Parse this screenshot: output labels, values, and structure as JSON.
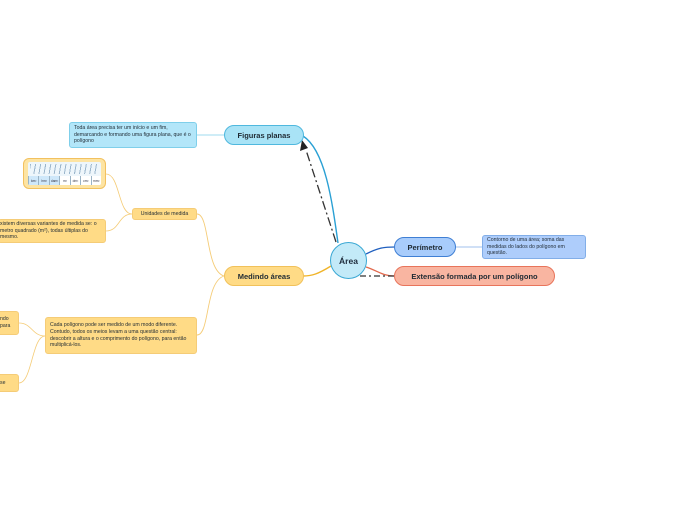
{
  "central": {
    "label": "Área"
  },
  "nodes": {
    "figuras_planas": {
      "label": "Figuras planas"
    },
    "figuras_note": {
      "text": "Toda área precisa ter um início e um fim, demarcando e formando uma figura plana, que é o polígono"
    },
    "perimetro": {
      "label": "Perímetro"
    },
    "perimetro_note": {
      "text": "Contorno de uma área; soma das medidas do lados do polígono em questão."
    },
    "extensao": {
      "label": "Extensão formada por um polígono"
    },
    "medindo_areas": {
      "label": "Medindo áreas"
    },
    "unidades": {
      "label": "Unidades de medida"
    },
    "unidades_note": {
      "text": "xistem diversas variantes de medida se: o metro quadrado (m²), todas últiplas do mesmo."
    },
    "cada_poligono": {
      "text": "Cada polígono pode ser medido de um modo diferente. Contudo, todos os meios levam a uma questão central: descobrir a altura e o comprimento do polígono, para então multiplicá-los."
    },
    "left_note_1": {
      "text": "ndo para"
    },
    "left_note_2": {
      "text": "se"
    }
  },
  "units_image": {
    "cells": [
      "km²",
      "hm²",
      "dam²",
      "m²",
      "dm²",
      "cm²",
      "mm²"
    ]
  },
  "colors": {
    "blue_branch": "#2aa0d4",
    "dark_blue_branch": "#1f5fbf",
    "yellow_branch": "#f0b429",
    "salmon_branch": "#e2694d"
  }
}
